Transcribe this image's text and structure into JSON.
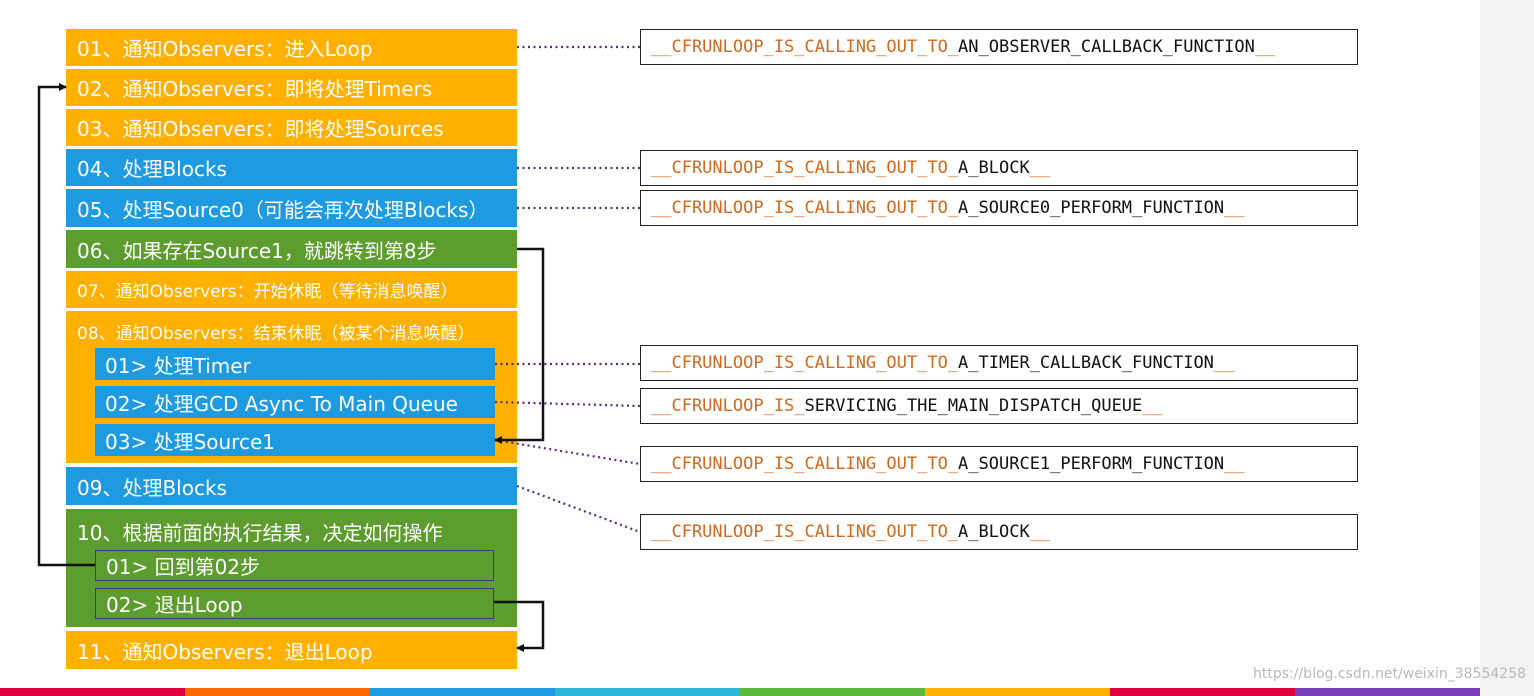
{
  "colors": {
    "orange": "#ffb000",
    "blue": "#1e9ae0",
    "green": "#5d9c2e",
    "dotted_connector": "#5a2c78",
    "function_prefix": "#d2691e"
  },
  "steps": [
    {
      "id": "01",
      "label": "01、通知Observers：进入Loop",
      "color": "orange"
    },
    {
      "id": "02",
      "label": "02、通知Observers：即将处理Timers",
      "color": "orange"
    },
    {
      "id": "03",
      "label": "03、通知Observers：即将处理Sources",
      "color": "orange"
    },
    {
      "id": "04",
      "label": "04、处理Blocks",
      "color": "blue"
    },
    {
      "id": "05",
      "label": "05、处理Source0（可能会再次处理Blocks）",
      "color": "blue"
    },
    {
      "id": "06",
      "label": "06、如果存在Source1，就跳转到第8步",
      "color": "green"
    },
    {
      "id": "07",
      "label": "07、通知Observers：开始休眠（等待消息唤醒）",
      "color": "orange"
    },
    {
      "id": "08",
      "label": "08、通知Observers：结束休眠（被某个消息唤醒）",
      "color": "orange",
      "substeps": [
        "01> 处理Timer",
        "02> 处理GCD Async To Main Queue",
        "03> 处理Source1"
      ]
    },
    {
      "id": "09",
      "label": "09、处理Blocks",
      "color": "blue"
    },
    {
      "id": "10",
      "label": "10、根据前面的执行结果，决定如何操作",
      "color": "green",
      "substeps": [
        "01> 回到第02步",
        "02> 退出Loop"
      ]
    },
    {
      "id": "11",
      "label": "11、通知Observers：退出Loop",
      "color": "orange"
    }
  ],
  "functions": [
    {
      "for": "step-01",
      "prefix": "__CFRUNLOOP_IS_CALLING_OUT_TO_",
      "name": "AN_OBSERVER_CALLBACK_FUNCTION",
      "suffix": "__"
    },
    {
      "for": "step-04",
      "prefix": "__CFRUNLOOP_IS_CALLING_OUT_TO_",
      "name": "A_BLOCK",
      "suffix": "__"
    },
    {
      "for": "step-05",
      "prefix": "__CFRUNLOOP_IS_CALLING_OUT_TO_",
      "name": "A_SOURCE0_PERFORM_FUNCTION",
      "suffix": "__"
    },
    {
      "for": "step-08-timer",
      "prefix": "__CFRUNLOOP_IS_CALLING_OUT_TO_",
      "name": "A_TIMER_CALLBACK_FUNCTION",
      "suffix": "__"
    },
    {
      "for": "step-08-gcd",
      "prefix": "__CFRUNLOOP_IS_",
      "name": "SERVICING_THE_MAIN_DISPATCH_QUEUE",
      "suffix": "__"
    },
    {
      "for": "step-08-source1",
      "prefix": "__CFRUNLOOP_IS_CALLING_OUT_TO_",
      "name": "A_SOURCE1_PERFORM_FUNCTION",
      "suffix": "__"
    },
    {
      "for": "step-09",
      "prefix": "__CFRUNLOOP_IS_CALLING_OUT_TO_",
      "name": "A_BLOCK",
      "suffix": "__"
    }
  ],
  "watermark": "https://blog.csdn.net/weixin_38554258",
  "bottom_stripe_colors": [
    "#e0003c",
    "#ff6a00",
    "#1e9ae0",
    "#2bb6d8",
    "#5ab93a",
    "#ffb000",
    "#e0003c",
    "#7a3fb8"
  ]
}
